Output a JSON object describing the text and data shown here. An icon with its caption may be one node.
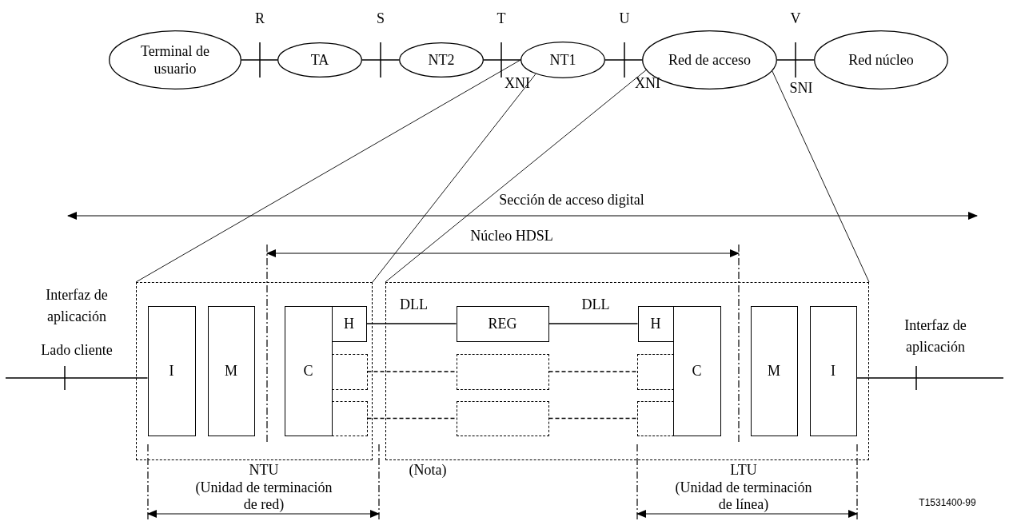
{
  "diagram": {
    "nodes": [
      {
        "text": [
          "Terminal de usuario"
        ]
      },
      {
        "text": [
          "TA"
        ]
      },
      {
        "text": [
          "NT2"
        ]
      },
      {
        "text": [
          "NT1"
        ]
      },
      {
        "text": [
          "Red de acceso"
        ]
      },
      {
        "text": [
          "Red núcleo"
        ]
      },
      {
        "text": [],
        "shape": "box"
      },
      {
        "text": [
          "I"
        ],
        "in": 6
      },
      {
        "text": [
          "M"
        ],
        "in": 6
      },
      {
        "text": [
          "C"
        ],
        "in": 6
      },
      {
        "text": [
          "H"
        ],
        "in": 6
      },
      {
        "text": [],
        "shape": "box",
        "in": 6
      },
      {
        "text": [],
        "shape": "box",
        "in": 6
      },
      {
        "text": [],
        "shape": "box"
      },
      {
        "text": [
          "REG"
        ],
        "in": 13
      },
      {
        "text": [],
        "shape": "box",
        "in": 13
      },
      {
        "text": [],
        "shape": "box",
        "in": 13
      },
      {
        "text": [
          "H"
        ],
        "in": 13
      },
      {
        "text": [],
        "shape": "box",
        "in": 13
      },
      {
        "text": [],
        "shape": "box",
        "in": 13
      },
      {
        "text": [
          "C"
        ],
        "in": 13
      },
      {
        "text": [
          "M"
        ],
        "in": 13
      },
      {
        "text": [
          "I"
        ],
        "in": 13
      }
    ],
    "edges": [
      {
        "from": 0,
        "to": 1,
        "arrow": "none"
      },
      {
        "from": 1,
        "to": 2,
        "arrow": "none"
      },
      {
        "from": 2,
        "to": 3,
        "arrow": "none"
      },
      {
        "from": 3,
        "to": 4,
        "arrow": "none"
      },
      {
        "from": 4,
        "to": 5,
        "arrow": "none"
      },
      {
        "from": 3,
        "to": 6,
        "arrow": "none"
      },
      {
        "from": 3,
        "to": 6,
        "arrow": "none"
      },
      {
        "from": 4,
        "to": 13,
        "arrow": "none"
      },
      {
        "from": 4,
        "to": 13,
        "arrow": "none"
      },
      {
        "from": 10,
        "to": 14,
        "arrow": "none",
        "label": "DLL"
      },
      {
        "from": 14,
        "to": 17,
        "arrow": "none",
        "label": "DLL"
      },
      {
        "from": 11,
        "to": 15,
        "arrow": "none",
        "style": "dashed"
      },
      {
        "from": 15,
        "to": 18,
        "arrow": "none",
        "style": "dashed"
      },
      {
        "from": 12,
        "to": 16,
        "arrow": "none",
        "style": "dashed"
      },
      {
        "from": 16,
        "to": 19,
        "arrow": "none",
        "style": "dashed"
      },
      {
        "from": null,
        "to": 7,
        "arrow": "none"
      },
      {
        "from": 22,
        "to": null,
        "arrow": "none"
      }
    ],
    "labels": [
      "R",
      "S",
      "T",
      "U",
      "V",
      "XNI",
      "XNI",
      "SNI",
      "Sección de acceso digital",
      "Núcleo HDSL",
      "Interfaz de aplicación",
      "Lado cliente",
      "Interfaz de aplicación",
      "NTU",
      "(Unidad de terminación de red)",
      "(Nota)",
      "LTU",
      "(Unidad de terminación de línea)",
      "T1531400-99"
    ]
  }
}
